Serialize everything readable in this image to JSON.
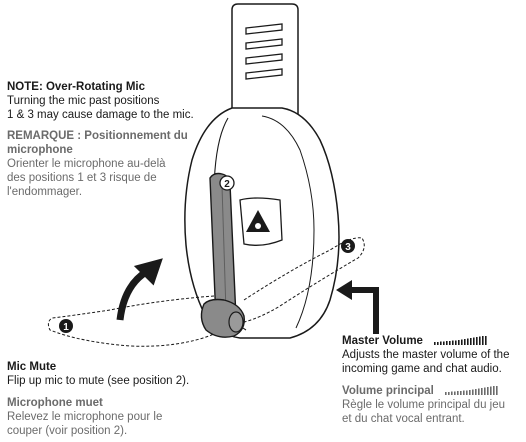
{
  "note_en": {
    "title": "NOTE: Over-Rotating Mic",
    "line1": "Turning the mic past positions",
    "line2": "1 & 3 may cause damage to the mic."
  },
  "note_fr": {
    "title_line1": "REMARQUE : Positionnement du",
    "title_line2": "microphone",
    "line1": "Orienter le microphone au-delà",
    "line2": "des positions 1 et 3 risque de",
    "line3": "l'endommager."
  },
  "mic_mute_en": {
    "title": "Mic Mute",
    "line1": "Flip up mic to mute (see position 2)."
  },
  "mic_mute_fr": {
    "title": "Microphone muet",
    "line1": "Relevez le microphone pour le",
    "line2": "couper (voir position 2)."
  },
  "master_volume_en": {
    "title": "Master Volume",
    "line1": "Adjusts the master volume of the",
    "line2": "incoming game and chat audio."
  },
  "master_volume_fr": {
    "title": "Volume principal",
    "line1": "Règle le volume principal du jeu",
    "line2": "et du chat vocal entrant."
  },
  "positions": {
    "p1": "1",
    "p2": "2",
    "p3": "3"
  },
  "colors": {
    "text": "#1a1a1a",
    "muted_text": "#6b6b6b",
    "mic_boom": "#8a8a8a"
  },
  "icons": {
    "arrow_up": "curved-arrow-icon",
    "arrow_volume": "elbow-arrow-icon",
    "volume_bars": "volume-level-icon",
    "brand_logo": "turtle-beach-logo-icon"
  }
}
